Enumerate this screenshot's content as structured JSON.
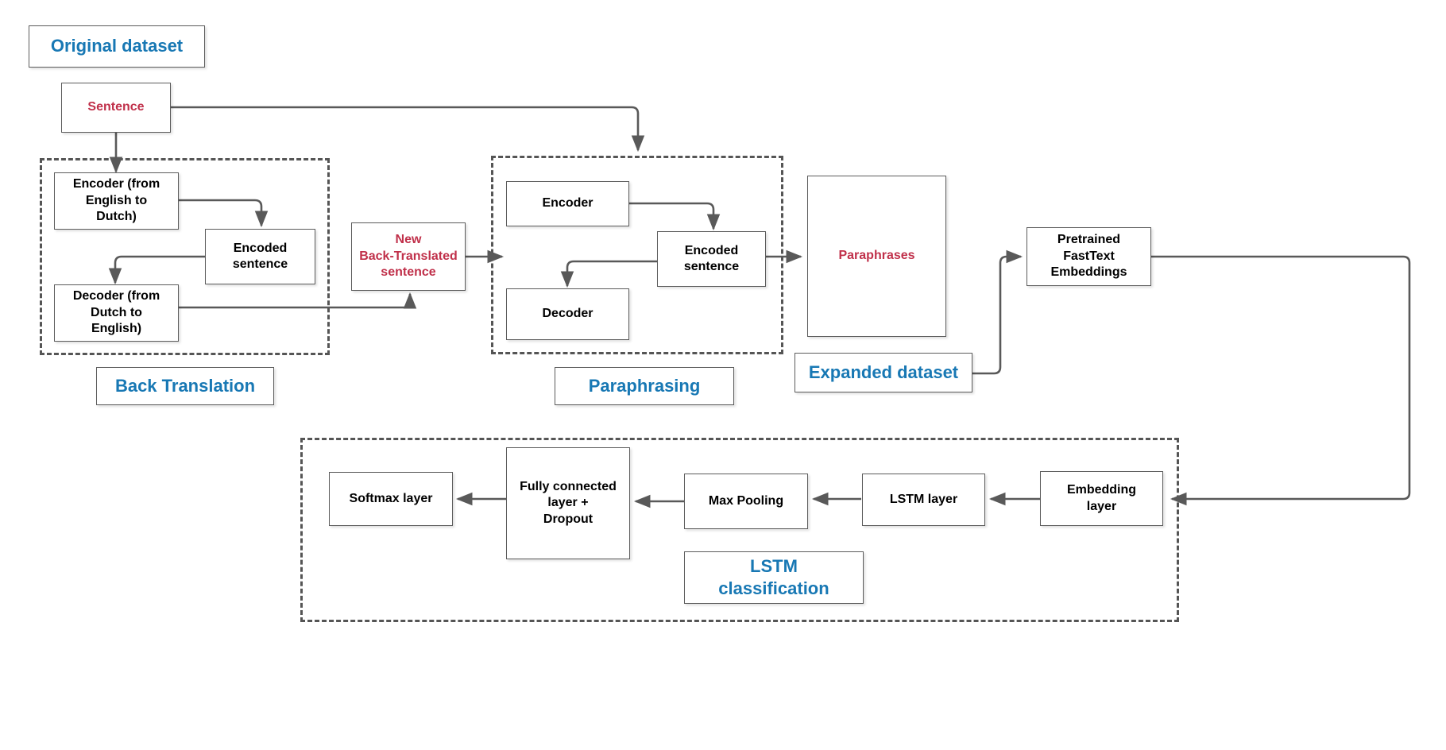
{
  "colors": {
    "blue": "#1878B4",
    "red": "#C0304A",
    "black": "#000000",
    "line": "#595959",
    "group_border": "#555555",
    "node_border": "#5C5C5C",
    "background": "#FFFFFF"
  },
  "diagram": {
    "title_labels": {
      "original_dataset": "Original dataset",
      "back_translation": "Back Translation",
      "paraphrasing": "Paraphrasing",
      "expanded_dataset": "Expanded dataset",
      "lstm_classification": "LSTM\nclassification"
    },
    "nodes": {
      "original_dataset": "Original dataset",
      "sentence": "Sentence",
      "bt_encoder": "Encoder (from English to Dutch)",
      "bt_encoded_sentence": "Encoded sentence",
      "bt_decoder": "Decoder (from Dutch to English)",
      "new_back_translated_sentence": "New Back-Translated sentence",
      "pp_encoder": "Encoder",
      "pp_encoded_sentence": "Encoded sentence",
      "pp_decoder": "Decoder",
      "paraphrases": "Paraphrases",
      "expanded_dataset": "Expanded dataset",
      "pretrained_fasttext_embeddings": "Pretrained FastText Embeddings",
      "embedding_layer": "Embedding layer",
      "lstm_layer": "LSTM layer",
      "max_pooling": "Max Pooling",
      "fully_connected_dropout": "Fully connected layer + Dropout",
      "softmax_layer": "Softmax layer",
      "lstm_classification": "LSTM classification"
    },
    "node_lines": {
      "bt_encoder": [
        "Encoder (from",
        "English to",
        "Dutch)"
      ],
      "bt_encoded_sentence": [
        "Encoded",
        "sentence"
      ],
      "bt_decoder": [
        "Decoder (from",
        "Dutch to",
        "English)"
      ],
      "new_back_translated_sentence": [
        "New",
        "Back-Translated",
        "sentence"
      ],
      "pp_encoded_sentence": [
        "Encoded",
        "sentence"
      ],
      "pretrained_fasttext_embeddings": [
        "Pretrained",
        "FastText",
        "Embeddings"
      ],
      "embedding_layer": [
        "Embedding",
        "layer"
      ],
      "fully_connected_dropout": [
        "Fully connected",
        "layer +",
        "Dropout"
      ],
      "lstm_classification": [
        "LSTM",
        "classification"
      ]
    },
    "groups": {
      "back_translation": "Back Translation",
      "paraphrasing": "Paraphrasing",
      "lstm_classification": "LSTM classification"
    }
  }
}
